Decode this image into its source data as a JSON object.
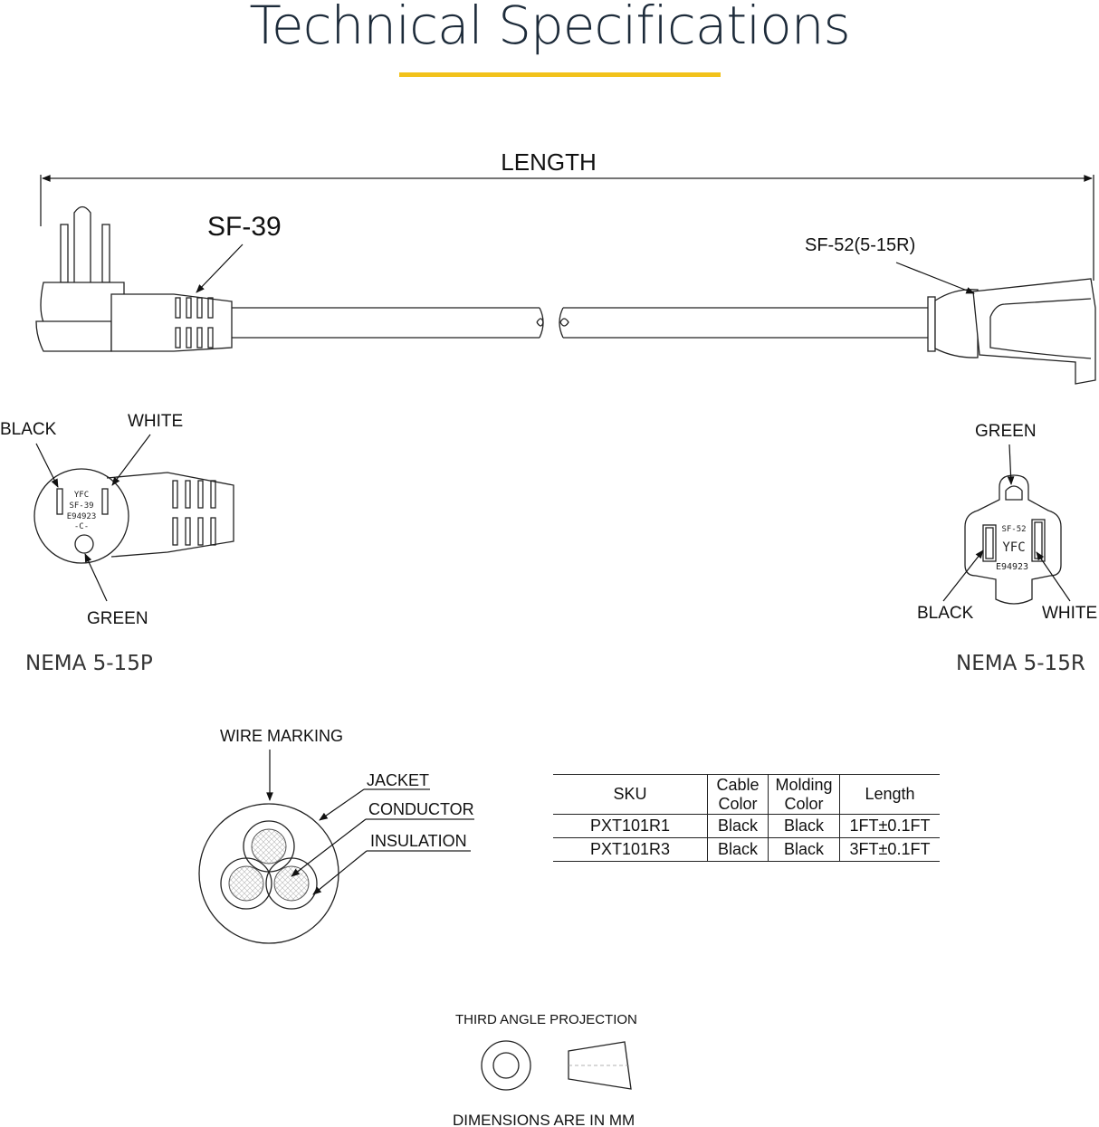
{
  "header": {
    "title": "Technical Specifications",
    "accent_color": "#f2c21b",
    "title_color": "#1d2b3a"
  },
  "cable_drawing": {
    "length_label": "LENGTH",
    "plug_model_label": "SF-39",
    "receptacle_model_label": "SF-52(5-15R)"
  },
  "plug_face": {
    "label_black": "BLACK",
    "label_white": "WHITE",
    "label_green": "GREEN",
    "face_marking": [
      "YFC",
      "SF-39",
      "E94923",
      "-C-"
    ],
    "caption": "NEMA 5-15P"
  },
  "receptacle_face": {
    "label_green": "GREEN",
    "label_black": "BLACK",
    "label_white": "WHITE",
    "face_marking": [
      "SF-52",
      "YFC",
      "E94923"
    ],
    "caption": "NEMA 5-15R"
  },
  "cross_section": {
    "wire_marking": "WIRE MARKING",
    "jacket": "JACKET",
    "conductor": "CONDUCTOR",
    "insulation": "INSULATION"
  },
  "spec_table": {
    "headers": [
      "SKU",
      "Cable Color",
      "Molding Color",
      "Length"
    ],
    "rows": [
      [
        "PXT101R1",
        "Black",
        "Black",
        "1FT±0.1FT"
      ],
      [
        "PXT101R3",
        "Black",
        "Black",
        "3FT±0.1FT"
      ]
    ]
  },
  "projection": {
    "label": "THIRD ANGLE PROJECTION",
    "units_note": "DIMENSIONS ARE IN MM"
  }
}
